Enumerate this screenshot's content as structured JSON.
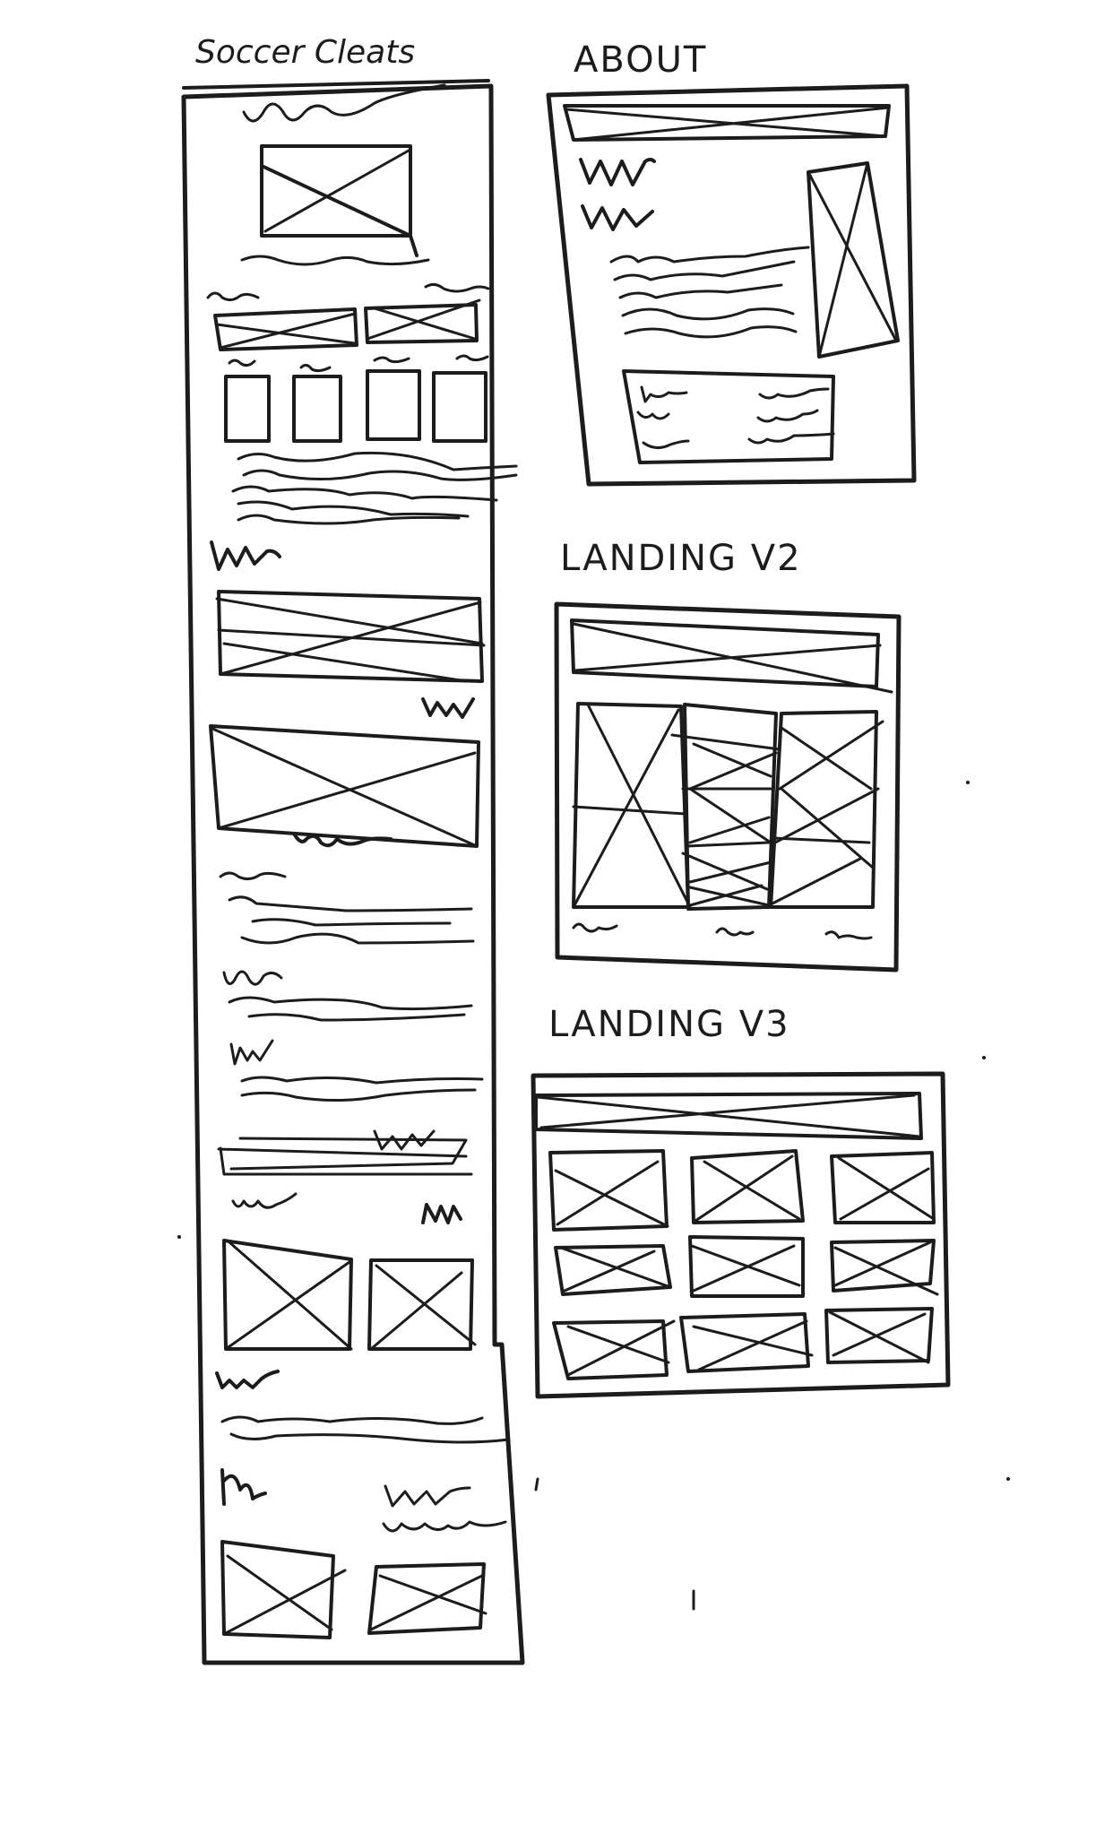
{
  "wireframes": [
    {
      "id": "soccer-cleats",
      "label": "Soccer Cleats"
    },
    {
      "id": "about",
      "label": "ABOUT"
    },
    {
      "id": "landing-v2",
      "label": "LANDING V2"
    },
    {
      "id": "landing-v3",
      "label": "LANDING V3"
    }
  ],
  "colors": {
    "ink": "#1c1c1c",
    "paper": "#ffffff"
  }
}
